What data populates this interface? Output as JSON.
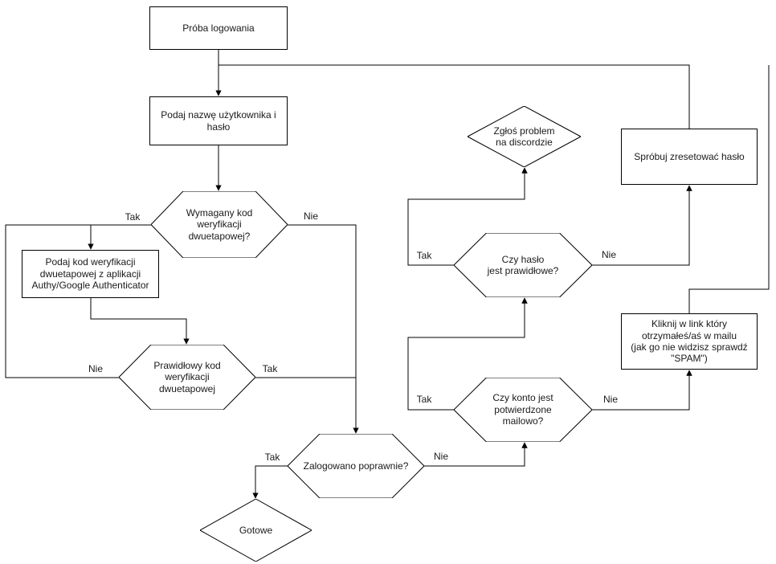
{
  "diagram": {
    "language": "pl",
    "colors": {
      "stroke": "#000000",
      "text": "#1a1a1a",
      "background": "#ffffff"
    },
    "nodes": {
      "proba_logowania": {
        "type": "rectangle",
        "label": "Próba logowania"
      },
      "podaj_nazwe": {
        "type": "rectangle",
        "label": "Podaj nazwę użytkownika i\nhasło"
      },
      "wymagany_kod": {
        "type": "hexagon",
        "label": "Wymagany kod\nweryfikacji\ndwuetapowej?"
      },
      "podaj_kod": {
        "type": "rectangle",
        "label": "Podaj kod weryfikacji\ndwuetapowej z aplikacji\nAuthy/Google Authenticator"
      },
      "prawidlowy_kod": {
        "type": "hexagon",
        "label": "Prawidłowy kod\nweryfikacji\ndwuetapowej"
      },
      "zalogowano": {
        "type": "hexagon",
        "label": "Zalogowano poprawnie?"
      },
      "gotowe": {
        "type": "diamond",
        "label": "Gotowe"
      },
      "zglos_problem": {
        "type": "diamond",
        "label": "Zgłoś problem\nna discordzie"
      },
      "czy_haslo": {
        "type": "hexagon",
        "label": "Czy hasło\njest prawidłowe?"
      },
      "czy_konto": {
        "type": "hexagon",
        "label": "Czy konto jest\npotwierdzone\nmailowo?"
      },
      "sprobuj_zresetowac": {
        "type": "rectangle",
        "label": "Spróbuj zresetować hasło"
      },
      "kliknij_link": {
        "type": "rectangle",
        "label": "Kliknij w link który\notrzymałeś/aś w mailu\n(jak go nie widzisz sprawdź\n\"SPAM\")"
      }
    },
    "edge_labels": {
      "wymagany_tak": "Tak",
      "wymagany_nie": "Nie",
      "prawidlowy_nie": "Nie",
      "prawidlowy_tak": "Tak",
      "zalogowano_tak": "Tak",
      "zalogowano_nie": "Nie",
      "czy_haslo_tak": "Tak",
      "czy_haslo_nie": "Nie",
      "czy_konto_tak": "Tak",
      "czy_konto_nie": "Nie"
    }
  }
}
